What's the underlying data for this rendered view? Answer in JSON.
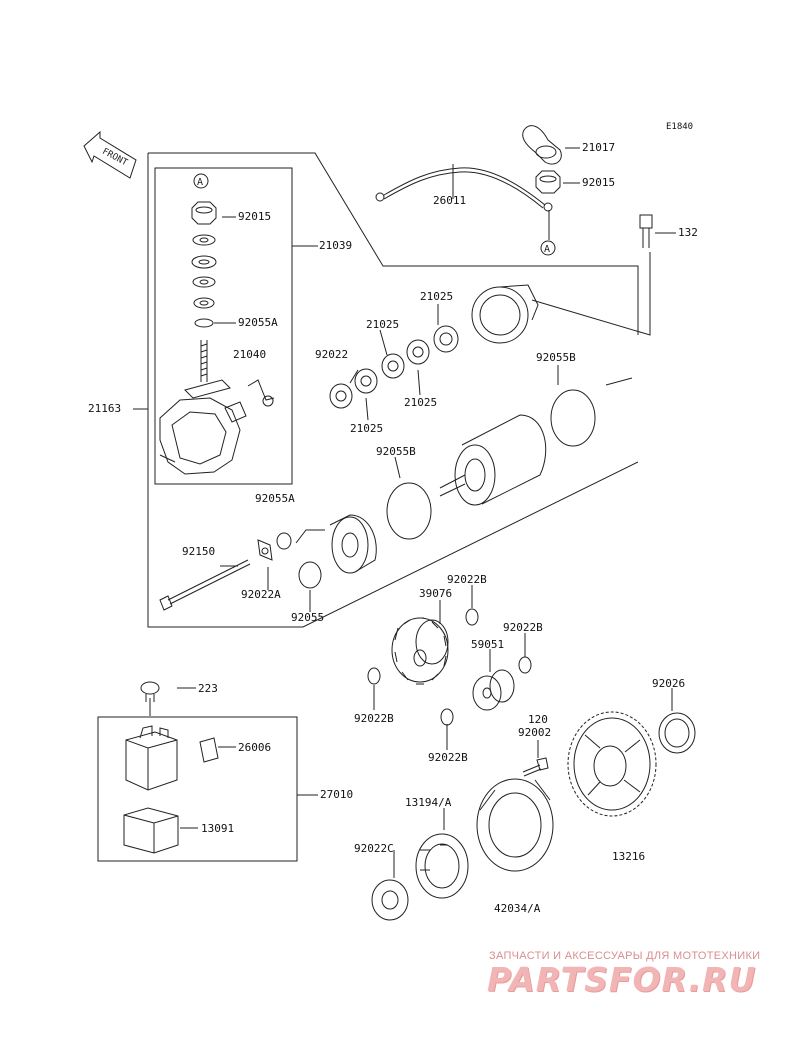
{
  "diagram_code": "E1840",
  "front_label": "FRONT",
  "ref_marker": "A",
  "labels": {
    "p21017": "21017",
    "p92015_cap": "92015",
    "p26011": "26011",
    "p132": "132",
    "p92015": "92015",
    "p21039": "21039",
    "p92055A_ring": "92055A",
    "p21040": "21040",
    "p21163": "21163",
    "p92055A": "92055A",
    "p21025_a": "21025",
    "p21025_b": "21025",
    "p21025_c": "21025",
    "p21025_d": "21025",
    "p92022": "92022",
    "p92055B_a": "92055B",
    "p92055B_b": "92055B",
    "p92150": "92150",
    "p92022A": "92022A",
    "p92055": "92055",
    "p39076": "39076",
    "p92022B_a": "92022B",
    "p92022B_b": "92022B",
    "p59051": "59051",
    "p92022B_c": "92022B",
    "p92022B_d": "92022B",
    "p92026": "92026",
    "p120": "120",
    "p92002": "92002",
    "p223": "223",
    "p26006": "26006",
    "p27010": "27010",
    "p13194A": "13194/A",
    "p13091": "13091",
    "p92022C": "92022C",
    "p13216": "13216",
    "p42034A": "42034/A"
  },
  "watermark": {
    "tagline": "ЗАПЧАСТИ И АКСЕССУАРЫ ДЛЯ МОТОТЕХНИКИ",
    "brand": "PARTSFOR.RU"
  }
}
